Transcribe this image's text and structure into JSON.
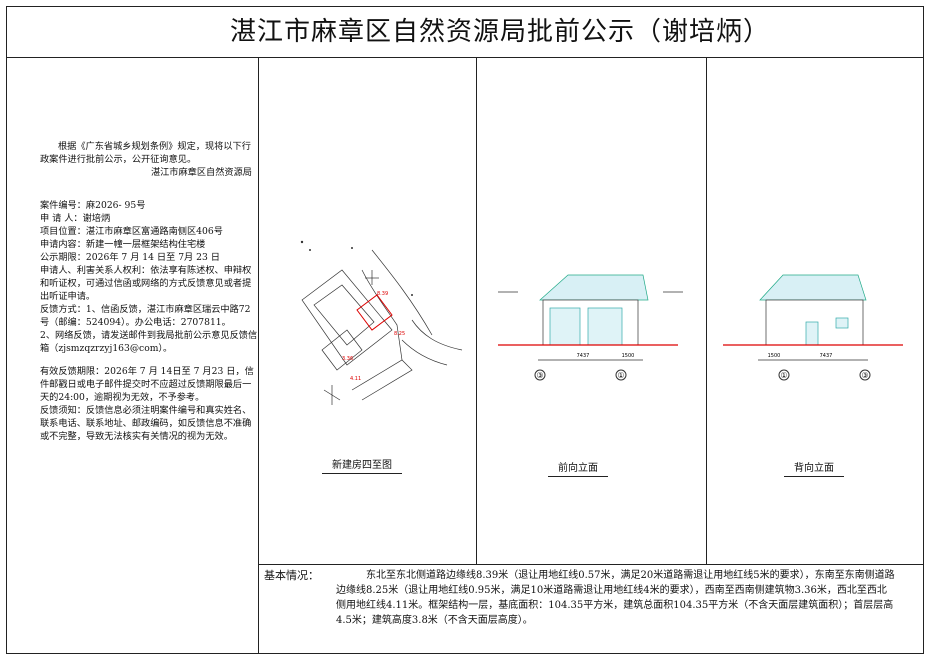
{
  "title": "湛江市麻章区自然资源局批前公示（谢培炳）",
  "left": {
    "intro1": "根据《广东省城乡规划条例》规定，现将以下行政案件进行批前公示，公开征询意见。",
    "org": "湛江市麻章区自然资源局",
    "case_no": "案件编号：麻2026- 95号",
    "applicant": "申 请 人：谢培炳",
    "location": "项目位置：湛江市麻章区富通路南侧区406号",
    "content": "申请内容：新建一幢一层框架结构住宅楼",
    "period": "公示期限：2026年 7 月 14 日至 7月 23 日",
    "rights": "申请人、利害关系人权利：依法享有陈述权、申辩权和听证权，可通过信函或网络的方式反馈意见或者提出听证申请。",
    "feedback1": "反馈方式：1、信函反馈，湛江市麻章区瑞云中路72号（邮编：524094）。办公电话：2707811。",
    "feedback2": "2、网络反馈，请发送邮件到我局批前公示意见反馈信箱（zjsmzqzrzyj163@com）。",
    "deadline": "有效反馈期限：2026年 7 月 14日至 7 月23 日，信件邮戳日或电子邮件提交时不应超过反馈期限最后一天的24:00，逾期视为无效，不予参考。",
    "notice": "反馈须知：反馈信息必须注明案件编号和真实姓名、联系电话、联系地址、邮政编码，如反馈信息不准确或不完整，导致无法核实有关情况的视为无效。"
  },
  "captions": {
    "site": "新建房四至图",
    "front": "前向立面",
    "back": "背向立面"
  },
  "drawing_labels": {
    "front_width": "7437",
    "front_side": "1500",
    "axis_a": "③",
    "axis_b": "①",
    "back_side": "1500",
    "back_width": "7437"
  },
  "basic": {
    "label": "基本情况：",
    "text": "东北至东北侧道路边缘线8.39米（退让用地红线0.57米，满足20米道路需退让用地红线5米的要求），东南至东南侧道路边缘线8.25米（退让用地红线0.95米，满足10米道路需退让用地红线4米的要求），西南至西南侧建筑物3.36米，西北至西北侧用地红线4.11米。框架结构一层，基底面积：104.35平方米，建筑总面积104.35平方米（不含天面层建筑面积）；首层层高4.5米；建筑高度3.8米（不含天面层高度）。"
  }
}
